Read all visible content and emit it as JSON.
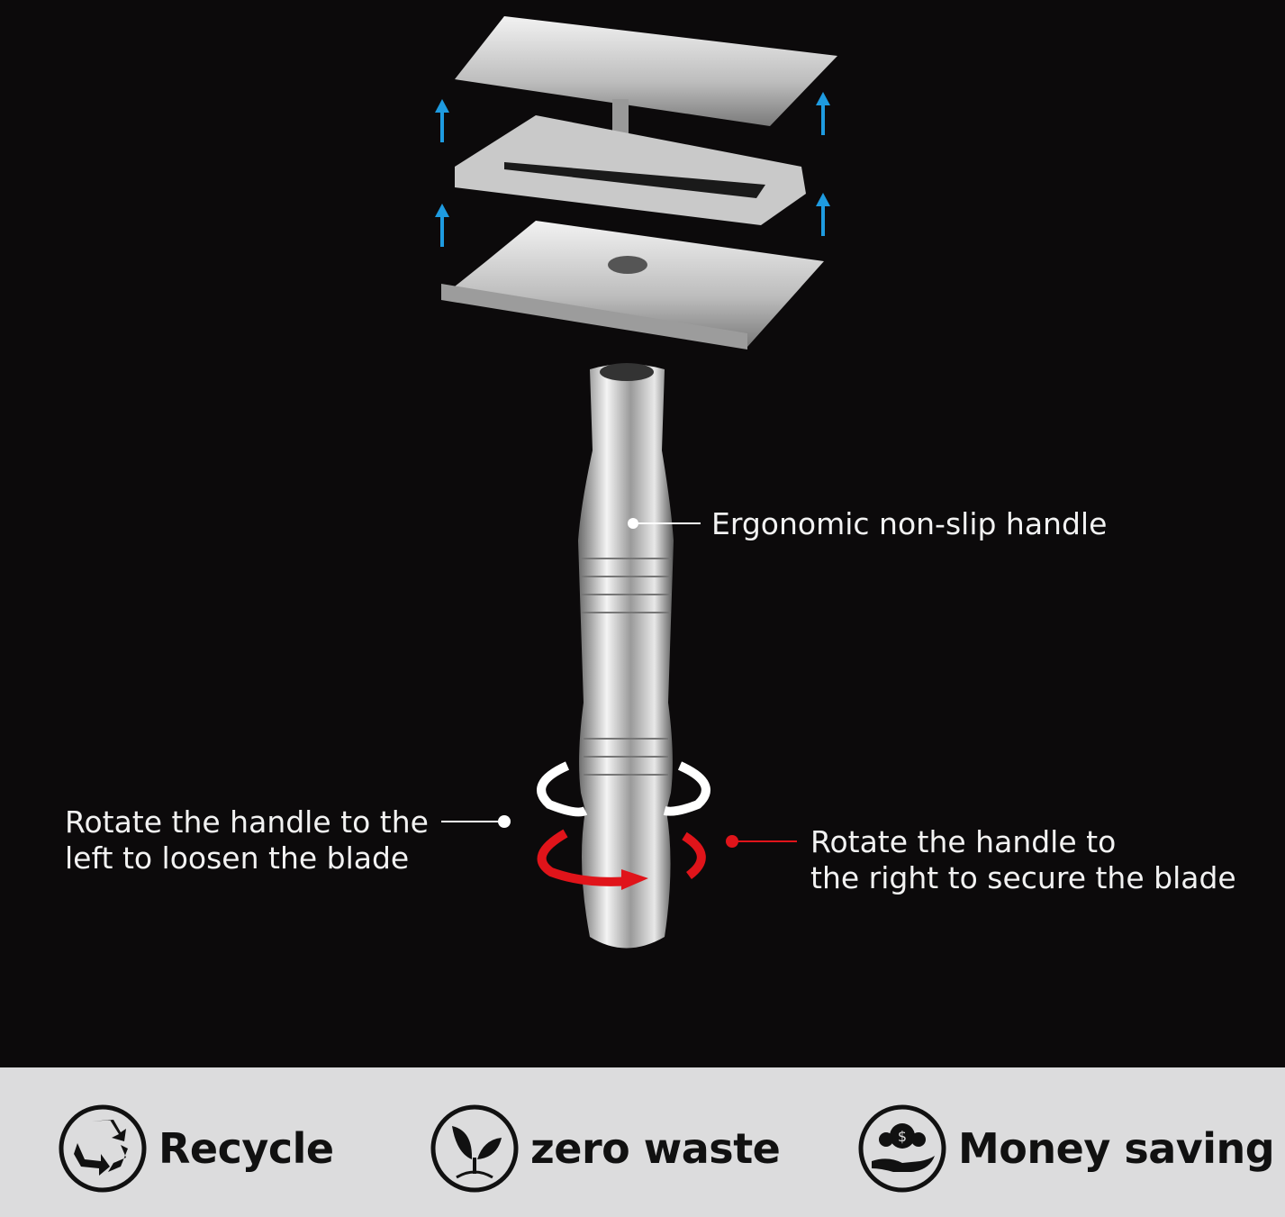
{
  "callouts": {
    "handle": "Ergonomic non-slip handle",
    "loosen_line1": "Rotate the handle to the",
    "loosen_line2": "left to loosen the blade",
    "secure_line1": "Rotate the handle to",
    "secure_line2": "the right to secure the blade"
  },
  "features": [
    {
      "icon": "recycle-icon",
      "label": "Recycle"
    },
    {
      "icon": "sprout-icon",
      "label": "zero waste"
    },
    {
      "icon": "money-hand-icon",
      "label": "Money saving"
    }
  ],
  "colors": {
    "background": "#0c0a0b",
    "band": "#dcdcdd",
    "arrow_blue": "#1e9be0",
    "arrow_red": "#e0141a"
  }
}
